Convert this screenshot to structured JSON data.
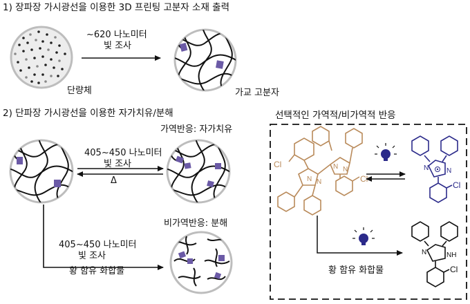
{
  "section1": {
    "title": "1) 장파장 가시광선을 이용한 3D 프린팅 고분자 소재 출력",
    "arrow_label_line1": "~620 나노미터",
    "arrow_label_line2": "빛 조사",
    "left_label": "단량체",
    "right_label": "가교 고분자"
  },
  "section2": {
    "title": "2) 단파장 가시광선을 이용한 자가치유/분해",
    "reversible_label": "가역반응: 자가치유",
    "forward_label_line1": "405~450 나노미터",
    "forward_label_line2": "빛 조사",
    "reverse_label": "Δ",
    "irreversible_label": "비가역반응: 분해",
    "lower_label_line1": "405~450 나노미터",
    "lower_label_line2": "빛 조사",
    "lower_label_line3": "황 함유 화합물"
  },
  "panel": {
    "title": "선택적인 가역적/비가역적 반응",
    "cl_left": "Cl",
    "cl_bottom": "Cl",
    "n_labels": [
      "N",
      "N",
      "N",
      "N"
    ],
    "radical_n1": "N",
    "radical_n2": "N",
    "radical_cl": "Cl",
    "product_n": "N",
    "product_nh": "NH",
    "product_cl": "Cl",
    "sulfur_label": "황 함유 화합물"
  },
  "colors": {
    "dimer": "#b98a5a",
    "radical": "#2b2a8a",
    "crosslinker": "#6b5aa6",
    "circle_border": "#bdbdbd"
  }
}
